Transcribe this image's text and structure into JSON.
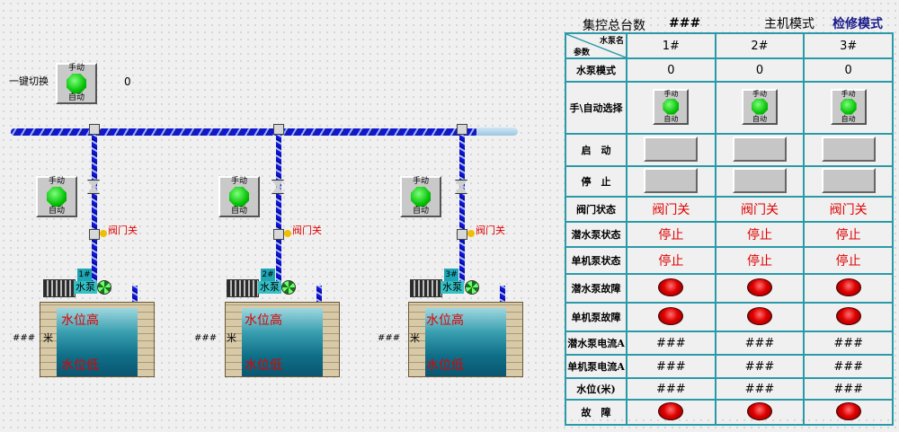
{
  "header": {
    "total_label": "集控总台数",
    "total_value": "###",
    "host_mode_label": "主机模式",
    "host_mode_value": "检修模式"
  },
  "one_key": {
    "label": "一键切换",
    "value": "0"
  },
  "switch": {
    "top": "手动",
    "bottom": "自动"
  },
  "stations": [
    {
      "tag": "1#",
      "pump_label": "水泵",
      "valve_status": "阀门关",
      "level_value": "###",
      "level_unit": "米",
      "high_label": "水位高",
      "low_label": "水位低"
    },
    {
      "tag": "2#",
      "pump_label": "水泵",
      "valve_status": "阀门关",
      "level_value": "###",
      "level_unit": "米",
      "high_label": "水位高",
      "low_label": "水位低"
    },
    {
      "tag": "3#",
      "pump_label": "水泵",
      "valve_status": "阀门关",
      "level_value": "###",
      "level_unit": "米",
      "high_label": "水位高",
      "low_label": "水位低"
    }
  ],
  "table": {
    "corner_top": "水泵名",
    "corner_bottom": "参数",
    "columns": [
      "1#",
      "2#",
      "3#"
    ],
    "rows": {
      "pump_mode": {
        "label": "水泵模式",
        "values": [
          "0",
          "0",
          "0"
        ]
      },
      "manual_auto": {
        "label": "手\\自动选择"
      },
      "start": {
        "label": "启　动"
      },
      "stop": {
        "label": "停　止"
      },
      "valve_state": {
        "label": "阀门状态",
        "values": [
          "阀门关",
          "阀门关",
          "阀门关"
        ]
      },
      "sub_pump_state": {
        "label": "潜水泵状态",
        "values": [
          "停止",
          "停止",
          "停止"
        ]
      },
      "single_pump_state": {
        "label": "单机泵状态",
        "values": [
          "停止",
          "停止",
          "停止"
        ]
      },
      "sub_pump_fault": {
        "label": "潜水泵故障"
      },
      "single_pump_fault": {
        "label": "单机泵故障"
      },
      "sub_pump_current": {
        "label": "潜水泵电流A",
        "values": [
          "###",
          "###",
          "###"
        ]
      },
      "single_pump_current": {
        "label": "单机泵电流A",
        "values": [
          "###",
          "###",
          "###"
        ]
      },
      "water_level": {
        "label": "水位(米)",
        "values": [
          "###",
          "###",
          "###"
        ]
      },
      "fault": {
        "label": "故　障"
      }
    }
  },
  "colors": {
    "accent": "#2a9aa9",
    "alarm": "#e00000",
    "running": "#06c206"
  }
}
